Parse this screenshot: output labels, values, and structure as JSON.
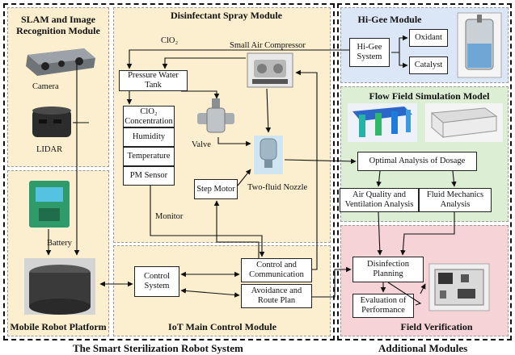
{
  "panels": {
    "slam_title": "SLAM and Image Recognition Module",
    "spray_title": "Disinfectant Spray Module",
    "iot_title": "IoT Main Control Module",
    "platform_title": "Mobile Robot Platform",
    "higee_title": "Hi-Gee Module",
    "flow_title": "Flow Field Simulation Model",
    "field_title": "Field Verification"
  },
  "labels": {
    "camera": "Camera",
    "lidar": "LIDAR",
    "battery": "Battery",
    "clo2": "ClO₂",
    "compressor": "Small Air Compressor",
    "valve": "Valve",
    "nozzle": "Two-fluid Nozzle",
    "monitor": "Monitor"
  },
  "boxes": {
    "pressure_tank": "Pressure Water Tank",
    "clo2_conc": "ClO₂ Concentration",
    "humidity": "Humidity",
    "temperature": "Temperature",
    "pm_sensor": "PM Sensor",
    "step_motor": "Step Motor",
    "control_system": "Control System",
    "control_comm": "Control and Communication",
    "avoidance": "Avoidance and Route Plan",
    "higee_system": "Hi-Gee System",
    "oxidant": "Oxidant",
    "catalyst": "Catalyst",
    "optimal": "Optimal Analysis of Dosage",
    "air_quality": "Air Quality and Ventilation Analysis",
    "fluid_mech": "Fluid Mechanics Analysis",
    "disinfection": "Disinfection Planning",
    "evaluation": "Evaluation of Performance"
  },
  "footer": {
    "left": "The Smart Sterilization Robot System",
    "right": "Additional Modules"
  }
}
